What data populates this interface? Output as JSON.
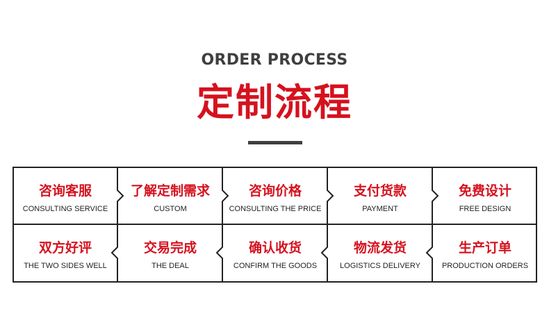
{
  "header": {
    "subtitle": "ORDER PROCESS",
    "title": "定制流程"
  },
  "steps": [
    {
      "cn": "咨询客服",
      "en": "CONSULTING SERVICE"
    },
    {
      "cn": "了解定制需求",
      "en": "CUSTOM"
    },
    {
      "cn": "咨询价格",
      "en": "CONSULTING THE PRICE"
    },
    {
      "cn": "支付货款",
      "en": "PAYMENT"
    },
    {
      "cn": "免费设计",
      "en": "FREE DESIGN"
    },
    {
      "cn": "双方好评",
      "en": "THE TWO SIDES WELL"
    },
    {
      "cn": "交易完成",
      "en": "THE DEAL"
    },
    {
      "cn": "确认收货",
      "en": "CONFIRM THE GOODS"
    },
    {
      "cn": "物流发货",
      "en": "LOGISTICS DELIVERY"
    },
    {
      "cn": "生产订单",
      "en": "PRODUCTION ORDERS"
    }
  ],
  "colors": {
    "accent": "#d5121e",
    "text_dark": "#3f3f3f",
    "border": "#222222"
  }
}
